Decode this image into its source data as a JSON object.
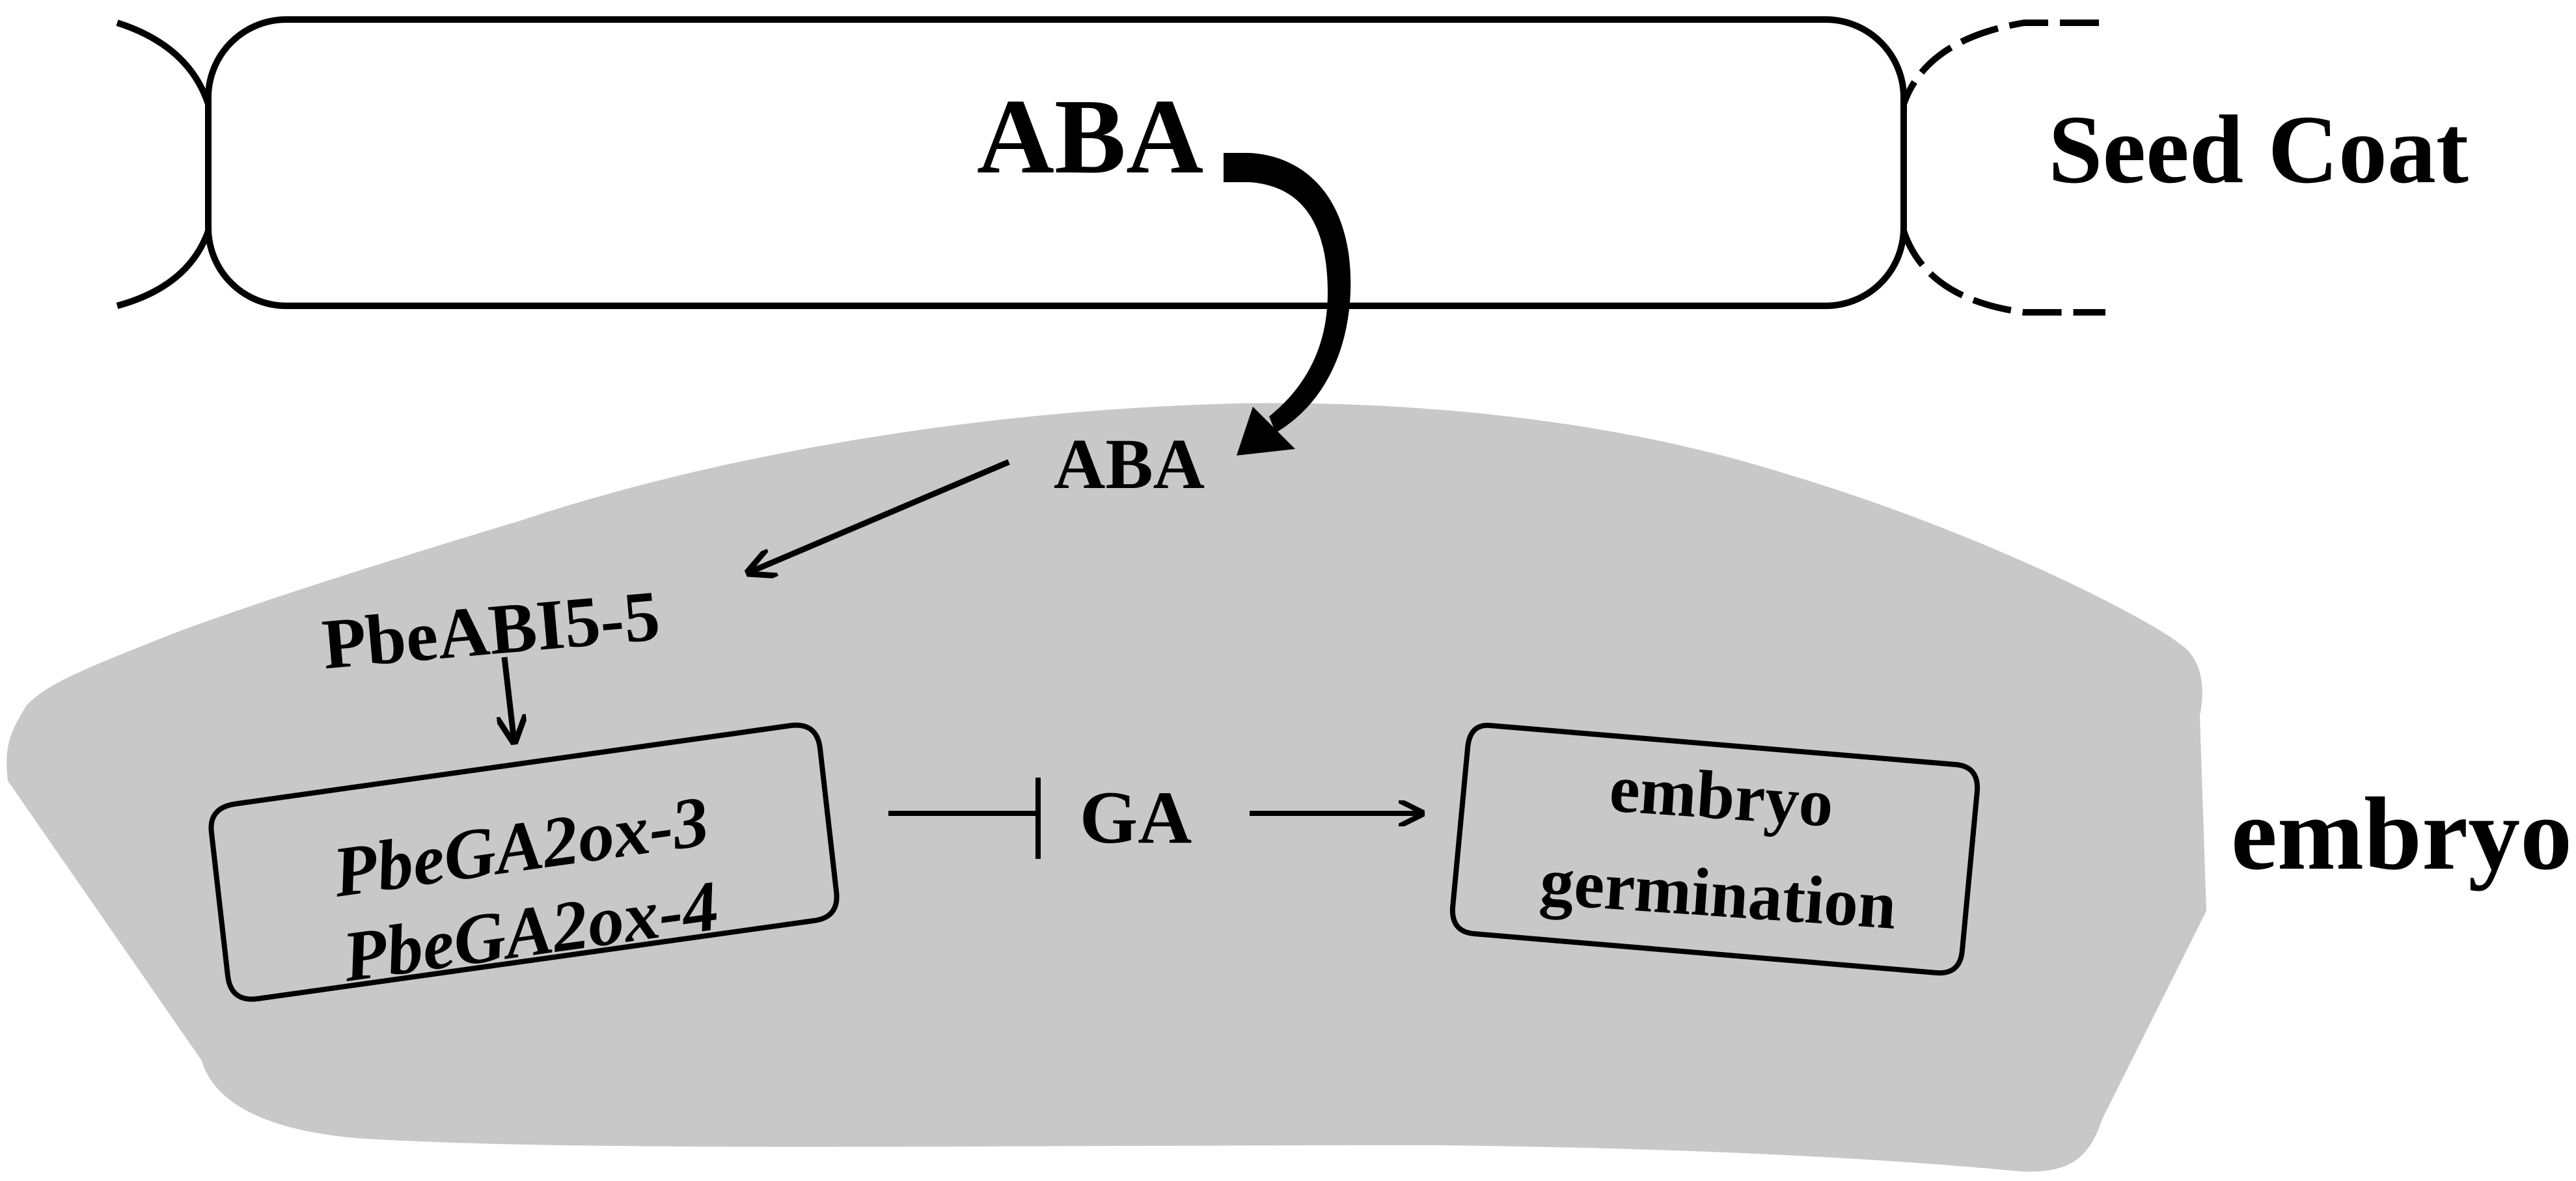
{
  "seed_coat": {
    "aba_label": "ABA",
    "region_label": "Seed Coat"
  },
  "embryo": {
    "region_label": "embryo",
    "aba_label": "ABA",
    "abi_label": "PbeABI5-5",
    "ga2ox_box": {
      "line1": "PbeGA2ox-3",
      "line2": "PbeGA2ox-4"
    },
    "ga_label": "GA",
    "outcome_box": {
      "line1": "embryo",
      "line2": "germination"
    }
  },
  "colors": {
    "embryo_fill": "#c8c8c8",
    "stroke": "#000000",
    "background": "#ffffff"
  }
}
